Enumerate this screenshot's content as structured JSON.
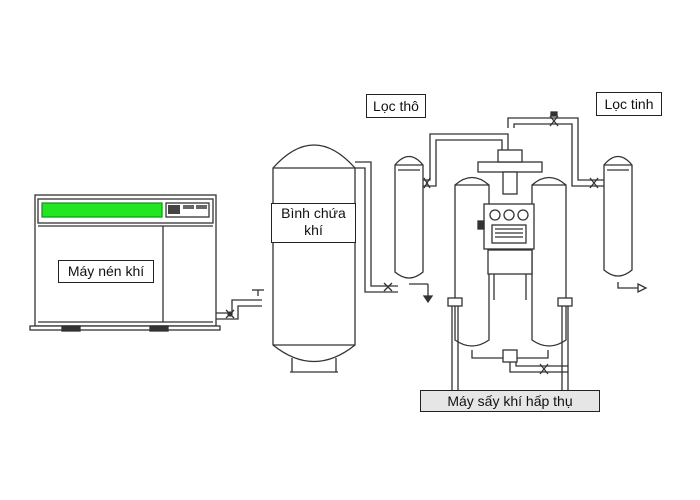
{
  "labels": {
    "compressor": "Máy nén khí",
    "tank_line1": "Bình chứa",
    "tank_line2": "khí",
    "coarse_filter": "Lọc thô",
    "fine_filter": "Lọc tinh",
    "dryer": "Máy sấy khí hấp thụ"
  },
  "colors": {
    "compressor_display": "#22e622",
    "line": "#333333",
    "dryer_label_bg": "#e6e6e6"
  }
}
